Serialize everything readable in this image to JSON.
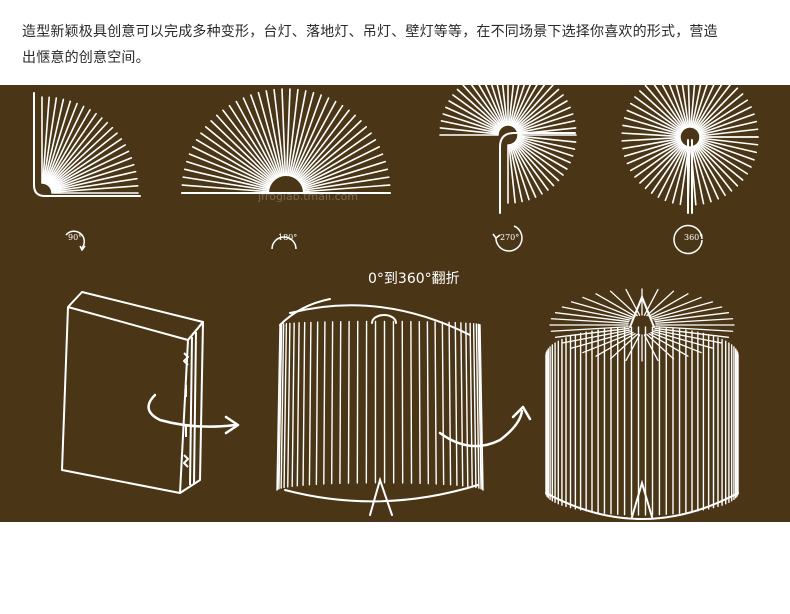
{
  "intro": {
    "line1": "造型新颖极具创意可以完成多种变形，台灯、落地灯、吊灯、壁灯等等，在不同场景下选择你喜欢的形式，营造",
    "line2": "出惬意的创意空间。"
  },
  "angles": [
    "90°",
    "180°",
    "270°",
    "360°"
  ],
  "caption": "0°到360°翻折",
  "watermark": "jfroglab.tmall.com",
  "colors": {
    "panel": "#4a3617",
    "line": "#ffffff"
  },
  "icons": [
    "open-book-90-icon",
    "open-book-180-icon",
    "open-book-270-icon",
    "open-book-360-icon",
    "closed-book-icon",
    "half-open-book-icon",
    "full-open-book-icon",
    "arrow-icon"
  ]
}
